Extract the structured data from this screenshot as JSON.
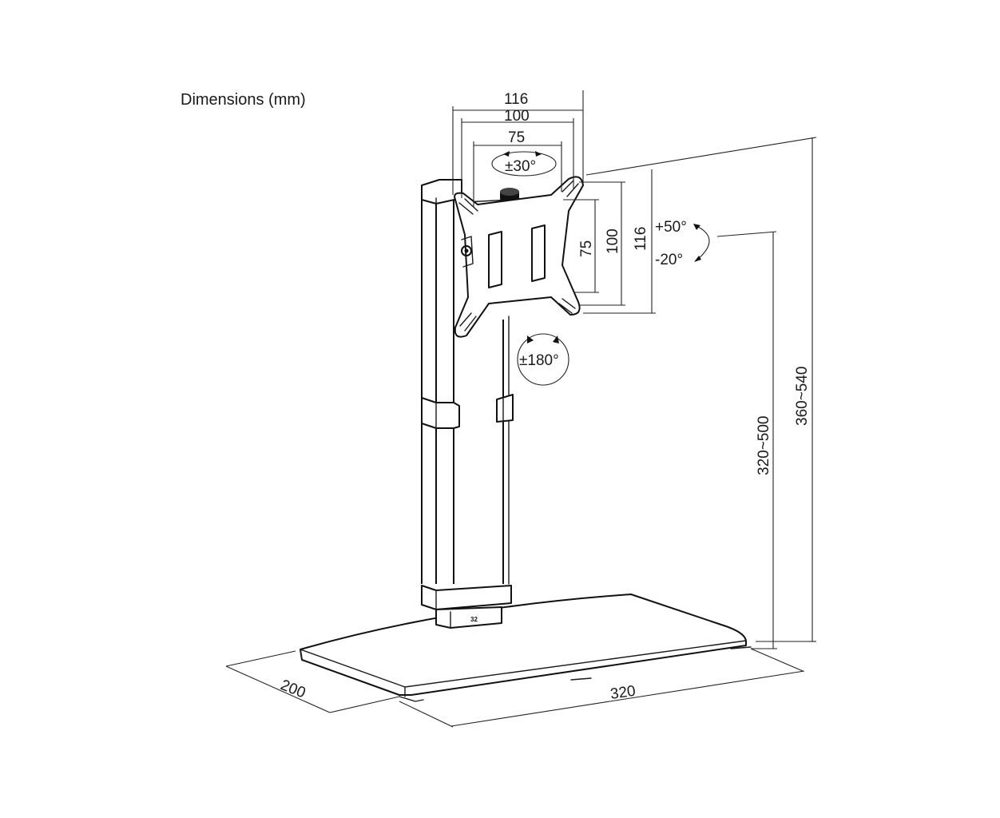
{
  "title": "Dimensions (mm)",
  "dimensions": {
    "vesa_width_116": "116",
    "vesa_width_100": "100",
    "vesa_width_75": "75",
    "vesa_height_75": "75",
    "vesa_height_100": "100",
    "vesa_height_116": "116",
    "height_arm": "320~500",
    "height_total": "360~540",
    "base_depth": "200",
    "base_width": "320"
  },
  "rotations": {
    "swivel": "±30°",
    "tilt_up": "+50°",
    "tilt_down": "-20°",
    "rotation": "±180°"
  },
  "column_label": "32"
}
